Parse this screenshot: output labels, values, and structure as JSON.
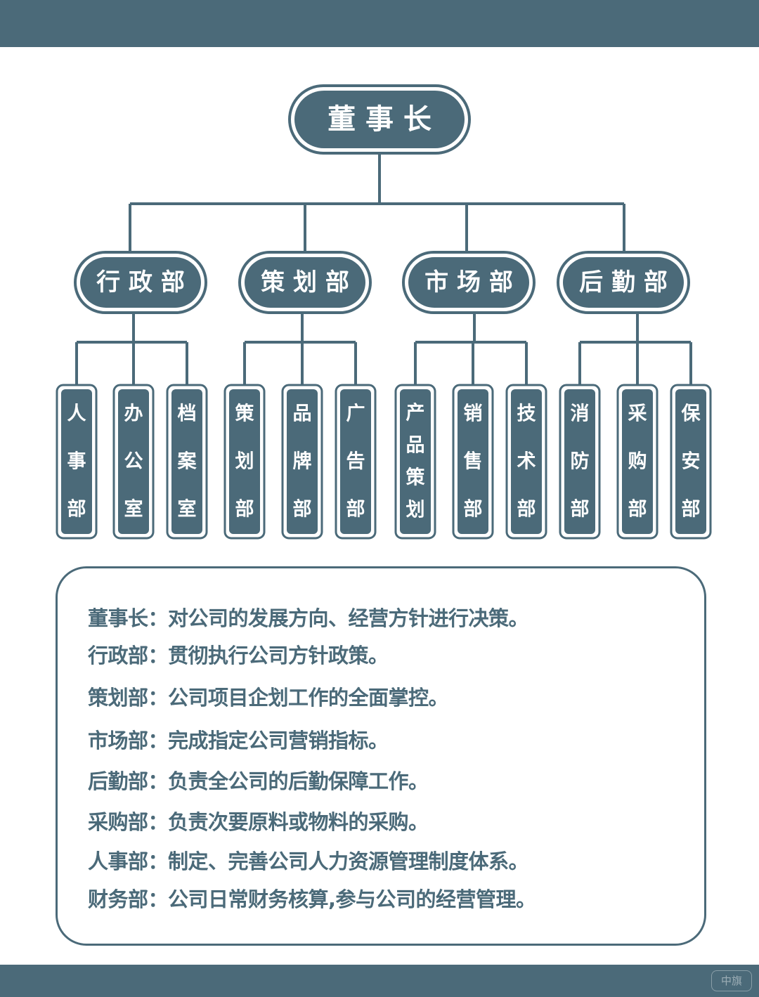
{
  "org": {
    "root": "董 事 长",
    "departments": [
      {
        "name": "行 政 部",
        "subs": [
          [
            "人",
            "事",
            "部"
          ],
          [
            "办",
            "公",
            "室"
          ],
          [
            "档",
            "案",
            "室"
          ]
        ]
      },
      {
        "name": "策 划 部",
        "subs": [
          [
            "策",
            "划",
            "部"
          ],
          [
            "品",
            "牌",
            "部"
          ],
          [
            "广",
            "告",
            "部"
          ]
        ]
      },
      {
        "name": "市 场 部",
        "subs": [
          [
            "产",
            "品",
            "策",
            "划"
          ],
          [
            "销",
            "售",
            "部"
          ],
          [
            "技",
            "术",
            "部"
          ]
        ]
      },
      {
        "name": "后 勤 部",
        "subs": [
          [
            "消",
            "防",
            "部"
          ],
          [
            "采",
            "购",
            "部"
          ],
          [
            "保",
            "安",
            "部"
          ]
        ]
      }
    ]
  },
  "descriptions": [
    "董事长：对公司的发展方向、经营方针进行决策。",
    "行政部：贯彻执行公司方针政策。",
    "策划部：公司项目企划工作的全面掌控。",
    "市场部：完成指定公司营销指标。",
    "后勤部：负责全公司的后勤保障工作。",
    "采购部：负责次要原料或物料的采购。",
    "人事部：制定、完善公司人力资源管理制度体系。",
    "财务部：公司日常财务核算,参与公司的经营管理。"
  ],
  "watermark": "中旗",
  "colors": {
    "primary": "#4b6a79",
    "background": "#ffffff"
  }
}
